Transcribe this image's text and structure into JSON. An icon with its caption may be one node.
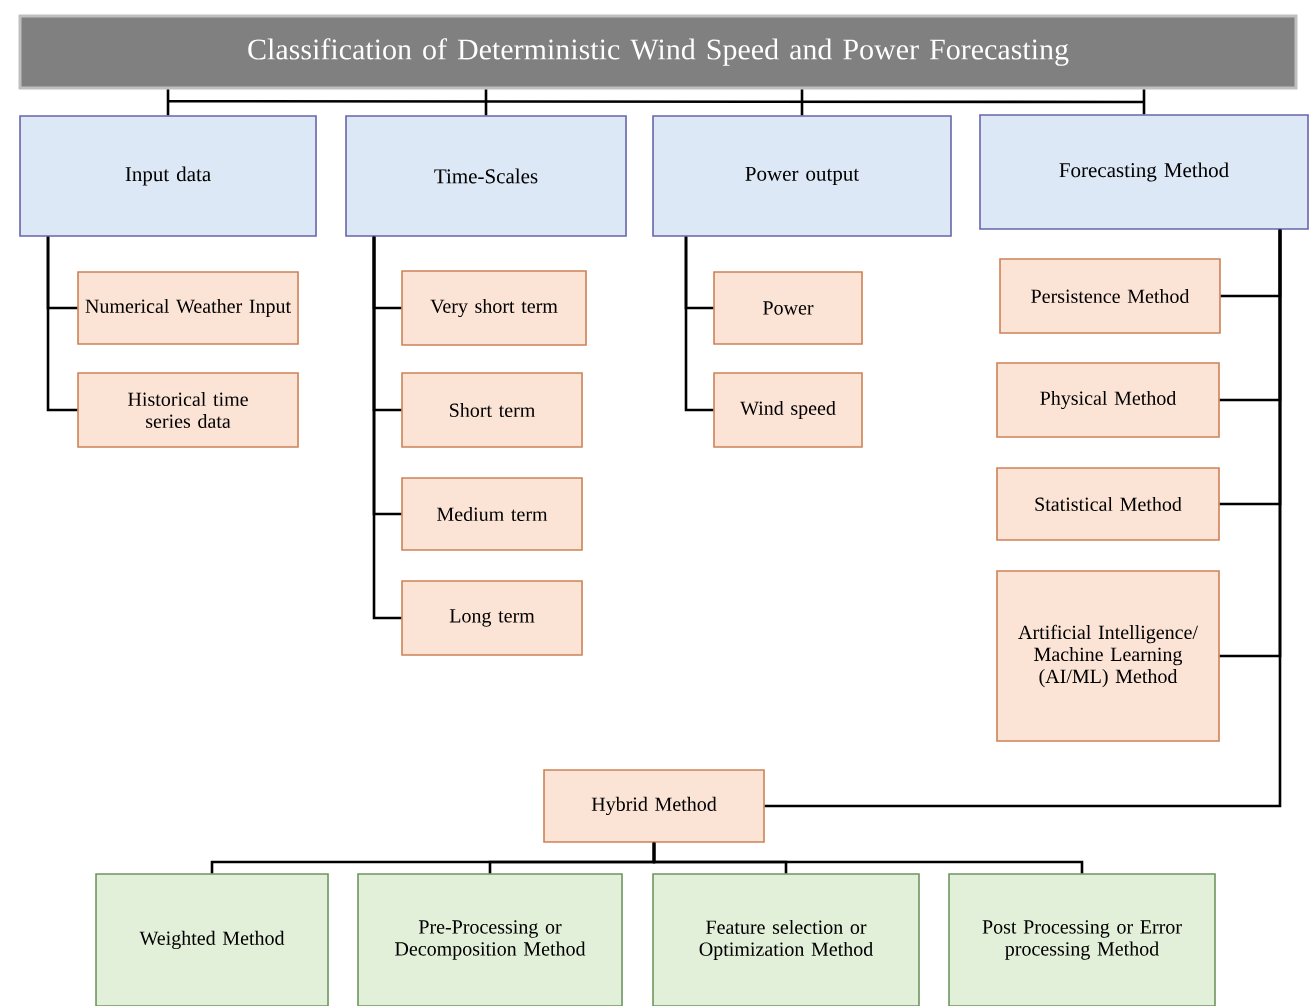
{
  "diagram": {
    "nodes": [
      {
        "text": [
          "Classification of Deterministic Wind Speed and Power Forecasting"
        ]
      },
      {
        "text": [
          "Input data"
        ]
      },
      {
        "text": [
          "Time-Scales"
        ]
      },
      {
        "text": [
          "Power output"
        ]
      },
      {
        "text": [
          "Forecasting Method"
        ]
      },
      {
        "text": [
          "Numerical Weather Input"
        ]
      },
      {
        "text": [
          "Historical time series data"
        ]
      },
      {
        "text": [
          "Very short term"
        ]
      },
      {
        "text": [
          "Short term"
        ]
      },
      {
        "text": [
          "Medium term"
        ]
      },
      {
        "text": [
          "Long term"
        ]
      },
      {
        "text": [
          "Power"
        ]
      },
      {
        "text": [
          "Wind speed"
        ]
      },
      {
        "text": [
          "Persistence Method"
        ]
      },
      {
        "text": [
          "Physical Method"
        ]
      },
      {
        "text": [
          "Statistical Method"
        ]
      },
      {
        "text": [
          "Artificial Intelligence/ Machine Learning (AI/ML) Method"
        ]
      },
      {
        "text": [
          "Hybrid Method"
        ]
      },
      {
        "text": [
          "Weighted Method"
        ]
      },
      {
        "text": [
          "Pre-Processing or Decomposition Method"
        ]
      },
      {
        "text": [
          "Feature selection or Optimization Method"
        ]
      },
      {
        "text": [
          "Post Processing or Error processing Method"
        ]
      }
    ],
    "edges": [
      {
        "from": 0,
        "to": 1,
        "arrow": "none"
      },
      {
        "from": 0,
        "to": 2,
        "arrow": "none"
      },
      {
        "from": 0,
        "to": 3,
        "arrow": "none"
      },
      {
        "from": 0,
        "to": 4,
        "arrow": "none"
      },
      {
        "from": 1,
        "to": 5,
        "arrow": "none"
      },
      {
        "from": 1,
        "to": 6,
        "arrow": "none"
      },
      {
        "from": 2,
        "to": 7,
        "arrow": "none"
      },
      {
        "from": 2,
        "to": 8,
        "arrow": "none"
      },
      {
        "from": 2,
        "to": 9,
        "arrow": "none"
      },
      {
        "from": 2,
        "to": 10,
        "arrow": "none"
      },
      {
        "from": 3,
        "to": 11,
        "arrow": "none"
      },
      {
        "from": 3,
        "to": 12,
        "arrow": "none"
      },
      {
        "from": 4,
        "to": 13,
        "arrow": "none"
      },
      {
        "from": 4,
        "to": 14,
        "arrow": "none"
      },
      {
        "from": 4,
        "to": 15,
        "arrow": "none"
      },
      {
        "from": 4,
        "to": 16,
        "arrow": "none"
      },
      {
        "from": 4,
        "to": 17,
        "arrow": "none"
      },
      {
        "from": 17,
        "to": 18,
        "arrow": "none"
      },
      {
        "from": 17,
        "to": 19,
        "arrow": "none"
      },
      {
        "from": 17,
        "to": 20,
        "arrow": "none"
      },
      {
        "from": 17,
        "to": 21,
        "arrow": "none"
      }
    ]
  }
}
